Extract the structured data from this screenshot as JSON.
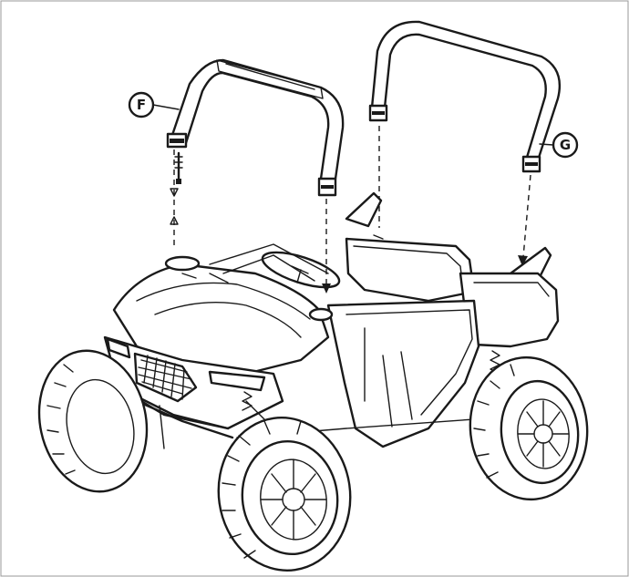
{
  "diagram": {
    "callouts": [
      {
        "id": "F",
        "label": "F"
      },
      {
        "id": "G",
        "label": "G"
      }
    ],
    "colors": {
      "line": "#1a1a1a",
      "background": "#ffffff"
    }
  }
}
